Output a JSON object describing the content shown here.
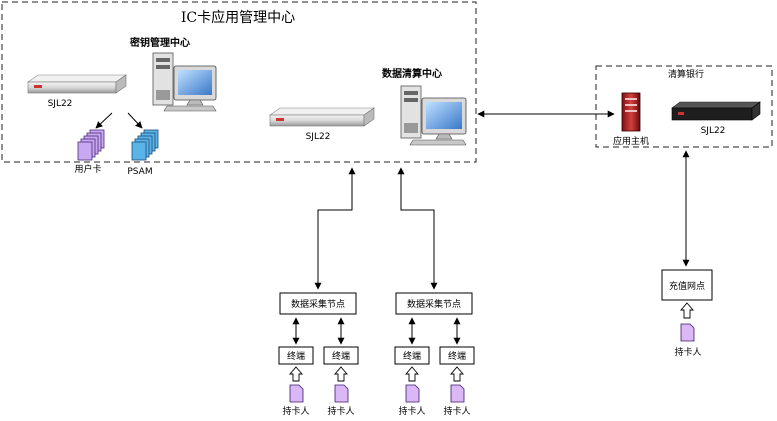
{
  "app_center": {
    "title": "IC卡应用管理中心"
  },
  "key_center": {
    "title": "密钥管理中心",
    "device": "SJL22"
  },
  "cards": {
    "user_card": "用户卡",
    "psam": "PSAM"
  },
  "clearing_center": {
    "title": "数据清算中心",
    "device": "SJL22"
  },
  "bank": {
    "title": "清算银行",
    "host": "应用主机",
    "device": "SJL22"
  },
  "collection_nodes": [
    {
      "label": "数据采集节点",
      "terminals": [
        "终端",
        "终端"
      ],
      "holders": [
        "持卡人",
        "持卡人"
      ]
    },
    {
      "label": "数据采集节点",
      "terminals": [
        "终端",
        "终端"
      ],
      "holders": [
        "持卡人",
        "持卡人"
      ]
    }
  ],
  "recharge": {
    "label": "充值网点",
    "holder": "持卡人"
  },
  "colors": {
    "card_purple": "#c8a8f0",
    "card_blue": "#5ab4e8",
    "doc_purple": "#d9b8f5",
    "line": "#000000"
  }
}
